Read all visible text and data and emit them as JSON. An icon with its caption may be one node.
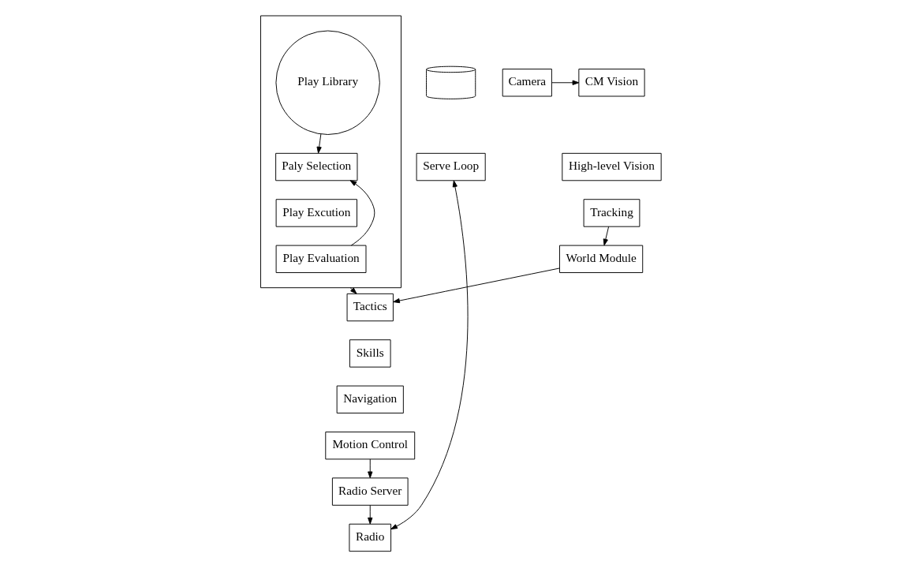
{
  "diagram": {
    "nodes": [
      {
        "text": [],
        "shape": "box"
      },
      {
        "text": [
          "Play Library"
        ],
        "in": 0
      },
      {
        "text": [
          "Paly Selection"
        ],
        "in": 0
      },
      {
        "text": [
          "Play Excution"
        ],
        "in": 0
      },
      {
        "text": [
          "Play Evaluation"
        ],
        "in": 0
      },
      {
        "text": [
          "CM Vision"
        ]
      },
      {
        "text": [
          "High-level Vision"
        ]
      },
      {
        "text": [
          "Tracking"
        ]
      },
      {
        "text": [
          "Camera"
        ]
      },
      {
        "text": [
          "World Module"
        ]
      },
      {
        "text": [],
        "shape": "cylinder"
      },
      {
        "text": [
          "Serve Loop"
        ]
      },
      {
        "text": [
          "Tactics"
        ]
      },
      {
        "text": [
          "Skills"
        ]
      },
      {
        "text": [
          "Navigation"
        ]
      },
      {
        "text": [
          "Motion Control"
        ]
      },
      {
        "text": [
          "Radio Server"
        ]
      },
      {
        "text": [
          "Radio"
        ]
      }
    ],
    "edges": [
      {
        "from": 1,
        "to": 2,
        "arrow": "to"
      },
      {
        "from": 4,
        "to": 2,
        "arrow": "to"
      },
      {
        "from": 0,
        "to": 12,
        "arrow": "to"
      },
      {
        "from": 8,
        "to": 5,
        "arrow": "to"
      },
      {
        "from": 7,
        "to": 9,
        "arrow": "to"
      },
      {
        "from": 9,
        "to": 12,
        "arrow": "to"
      },
      {
        "from": 15,
        "to": 16,
        "arrow": "to"
      },
      {
        "from": 16,
        "to": 17,
        "arrow": "to"
      },
      {
        "from": 17,
        "to": 11,
        "arrow": "both"
      }
    ]
  }
}
